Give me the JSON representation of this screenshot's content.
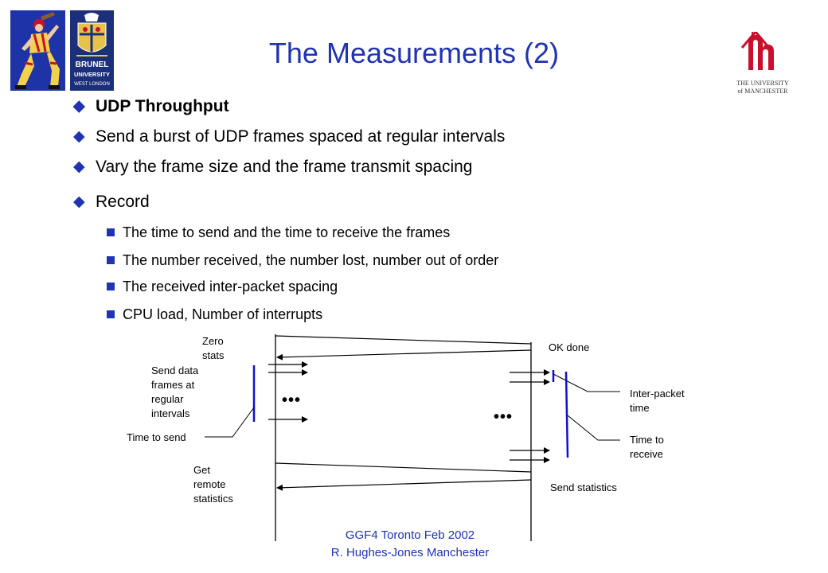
{
  "slide": {
    "title": "The Measurements  (2)",
    "bullets": [
      "UDP Throughput",
      "Send a burst of UDP frames spaced at regular intervals",
      "Vary the frame size and the frame transmit spacing",
      "Record"
    ],
    "sub_bullets": [
      "The time to send and the time to receive the frames",
      "The number received, the number lost, number out of order",
      "The received inter-packet spacing",
      "CPU load, Number of interrupts"
    ]
  },
  "diagram": {
    "zero_stats": "Zero stats",
    "send_data": "Send data frames at regular intervals",
    "time_to_send": "Time to send",
    "get_remote": "Get remote statistics",
    "ok_done": "OK done",
    "inter_packet": "Inter-packet time",
    "time_to_receive": "Time to receive",
    "send_statistics": "Send statistics",
    "ellipsis": "•••"
  },
  "footer": {
    "line1": "GGF4 Toronto Feb 2002",
    "line2": "R. Hughes-Jones  Manchester"
  },
  "logos": {
    "brunel_text": "BRUNEL UNIVERSITY",
    "brunel_subtext": "WEST LONDON",
    "manchester_line1": "THE UNIVERSITY",
    "manchester_line2": "of MANCHESTER"
  },
  "colors": {
    "accent": "#1f33b3",
    "diagram_blue": "#1010d0",
    "logo_red": "#c8102e"
  }
}
